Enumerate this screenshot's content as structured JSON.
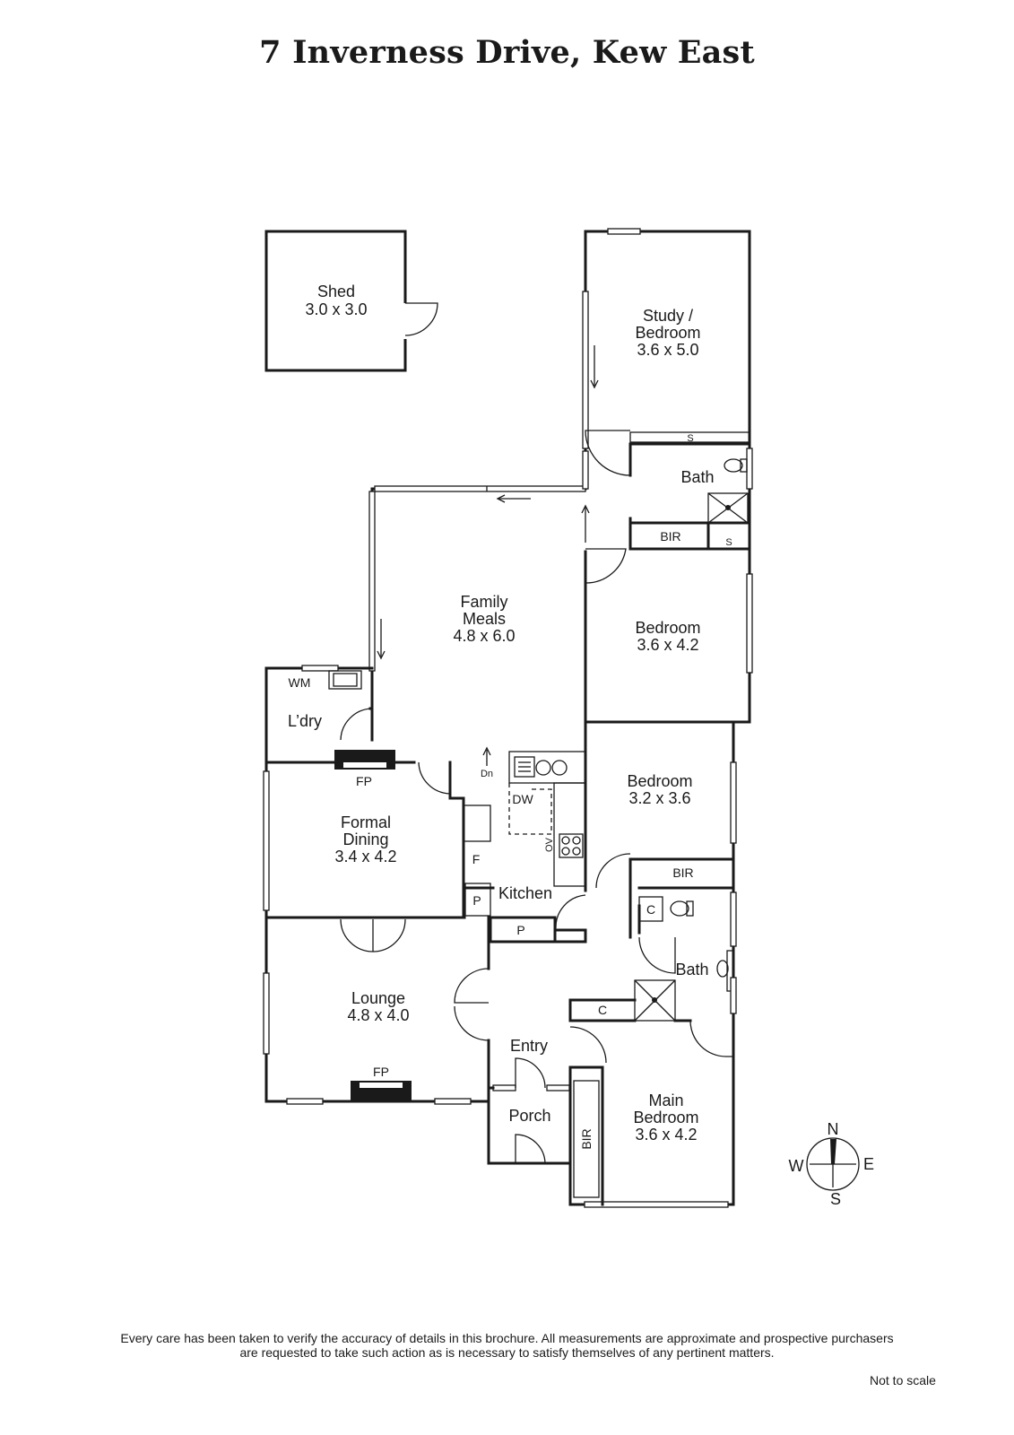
{
  "title": "7 Inverness Drive, Kew East",
  "rooms": {
    "shed": {
      "name": "Shed",
      "size": "3.0 x 3.0"
    },
    "study": {
      "name_line1": "Study /",
      "name_line2": "Bedroom",
      "size": "3.6 x 5.0"
    },
    "bath_upper": {
      "name": "Bath"
    },
    "bir_upper": {
      "name": "BIR"
    },
    "family": {
      "name_line1": "Family",
      "name_line2": "Meals",
      "size": "4.8 x 6.0"
    },
    "bedroom_upper": {
      "name": "Bedroom",
      "size": "3.6 x 4.2"
    },
    "laundry": {
      "name": "L’dry",
      "wm": "WM"
    },
    "formal_dining": {
      "name_line1": "Formal",
      "name_line2": "Dining",
      "size": "3.4 x 4.2"
    },
    "kitchen": {
      "name": "Kitchen",
      "dw": "DW",
      "ov": "OV",
      "fridge": "F",
      "pantry": "P",
      "pantry2": "P",
      "dn": "Dn"
    },
    "bedroom_mid": {
      "name": "Bedroom",
      "size": "3.2 x 3.6"
    },
    "bir_mid": {
      "name": "BIR"
    },
    "bath_lower": {
      "name": "Bath",
      "closet": "C",
      "closet2": "C"
    },
    "lounge": {
      "name": "Lounge",
      "size": "4.8 x 4.0"
    },
    "entry": {
      "name": "Entry"
    },
    "porch": {
      "name": "Porch"
    },
    "main_bedroom": {
      "name_line1": "Main",
      "name_line2": "Bedroom",
      "size": "3.6 x 4.2",
      "bir": "BIR"
    },
    "fireplace_dining": "FP",
    "fireplace_lounge": "FP",
    "shelf_s1": "S",
    "shelf_s2": "S"
  },
  "compass": {
    "n": "N",
    "e": "E",
    "s": "S",
    "w": "W"
  },
  "disclaimer_line1": "Every care has been taken to verify the accuracy of details in this brochure.  All measurements are approximate and prospective purchasers",
  "disclaimer_line2": "are requested to take such action as is necessary to satisfy themselves of any pertinent matters.",
  "scale_note": "Not to scale"
}
